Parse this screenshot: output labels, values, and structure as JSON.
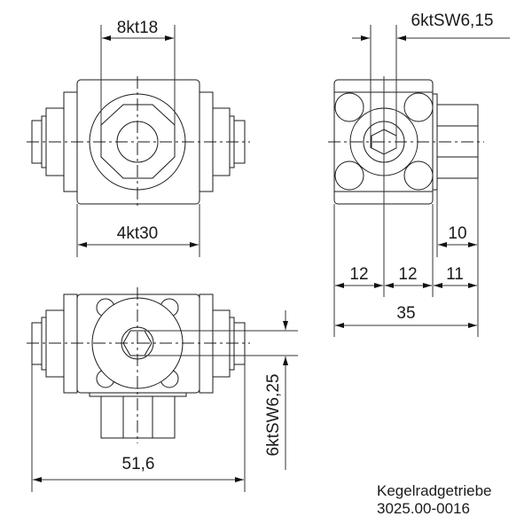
{
  "drawing": {
    "title": "Kegelradgetriebe",
    "part_number": "3025.00-0016"
  },
  "views": {
    "front_top_left": {
      "dim_top": "8kt18",
      "dim_bottom": "4kt30"
    },
    "side_top_right": {
      "dim_top": "6ktSW6,15",
      "dim_shaft": "10",
      "dim_seg1": "12",
      "dim_seg2": "12",
      "dim_seg3": "11",
      "dim_total": "35"
    },
    "top_bottom_left": {
      "dim_width": "51,6",
      "dim_vertical": "6ktSW6,25"
    }
  },
  "colors": {
    "line": "#1a1a1a",
    "background": "#ffffff"
  }
}
